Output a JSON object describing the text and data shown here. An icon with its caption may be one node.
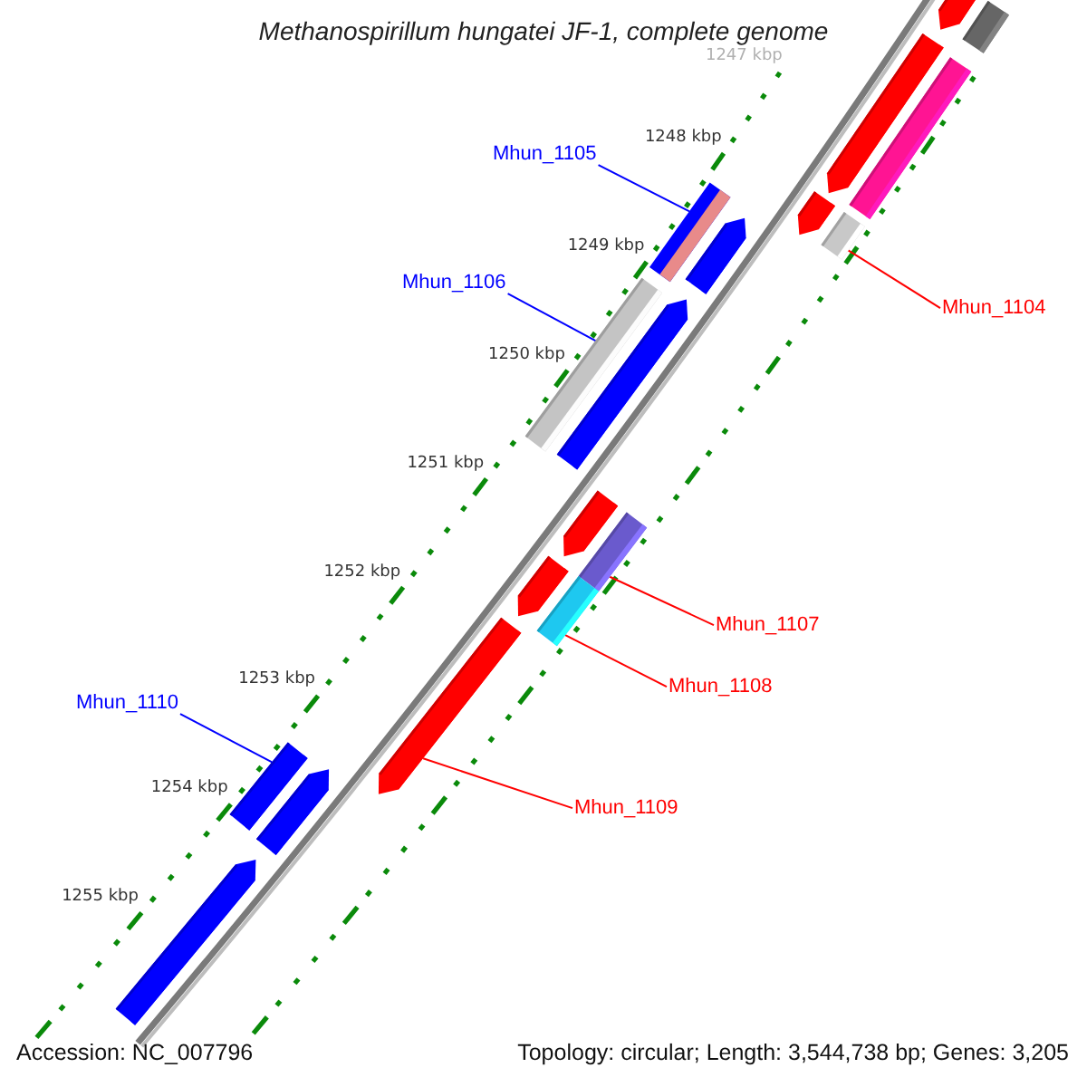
{
  "diagram": {
    "title": "Methanospirillum hungatei JF-1, complete genome",
    "nodes": [
      {
        "text": [
          "Mhun_1105"
        ]
      },
      {
        "text": [],
        "shape": "bar"
      },
      {
        "text": [
          "Mhun_1106"
        ]
      },
      {
        "text": [],
        "shape": "bar"
      },
      {
        "text": [
          "Mhun_1104"
        ]
      },
      {
        "text": [],
        "shape": "bar"
      },
      {
        "text": [
          "Mhun_1107"
        ]
      },
      {
        "text": [],
        "shape": "bar"
      },
      {
        "text": [
          "Mhun_1108"
        ]
      },
      {
        "text": [],
        "shape": "bar"
      },
      {
        "text": [
          "Mhun_1109"
        ]
      },
      {
        "text": [],
        "shape": "arrow"
      },
      {
        "text": [
          "Mhun_1110"
        ]
      },
      {
        "text": [],
        "shape": "bar"
      }
    ],
    "edges": [
      {
        "from": 0,
        "to": 1,
        "arrow": "none",
        "color": "#0000ff"
      },
      {
        "from": 2,
        "to": 3,
        "arrow": "none",
        "color": "#0000ff"
      },
      {
        "from": 4,
        "to": 5,
        "arrow": "none"
      },
      {
        "from": 6,
        "to": 7,
        "arrow": "none"
      },
      {
        "from": 8,
        "to": 9,
        "arrow": "none"
      },
      {
        "from": 10,
        "to": 11,
        "arrow": "none"
      },
      {
        "from": 12,
        "to": 13,
        "arrow": "none",
        "color": "#0000ff"
      }
    ],
    "labels": [
      "1247 kbp",
      "1248 kbp",
      "1249 kbp",
      "1250 kbp",
      "1251 kbp",
      "1252 kbp",
      "1253 kbp",
      "1254 kbp",
      "1255 kbp",
      "Accession: NC_007796",
      "Topology: circular; Length: 3,544,738 bp; Genes: 3,205"
    ]
  }
}
